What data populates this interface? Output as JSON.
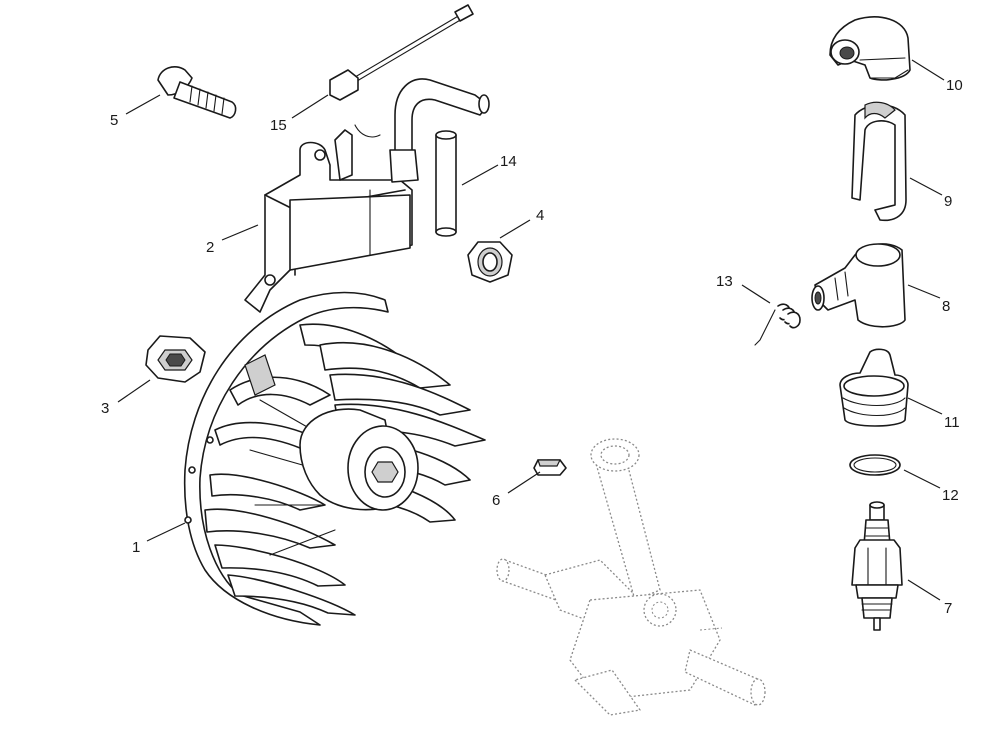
{
  "diagram": {
    "callouts": [
      {
        "id": "1",
        "part": "flywheel",
        "label": "1"
      },
      {
        "id": "2",
        "part": "ignition-coil",
        "label": "2"
      },
      {
        "id": "3",
        "part": "flywheel-nut",
        "label": "3"
      },
      {
        "id": "4",
        "part": "nut",
        "label": "4"
      },
      {
        "id": "5",
        "part": "bolt",
        "label": "5"
      },
      {
        "id": "6",
        "part": "woodruff-key",
        "label": "6"
      },
      {
        "id": "7",
        "part": "spark-plug",
        "label": "7"
      },
      {
        "id": "8",
        "part": "spark-plug-cap",
        "label": "8"
      },
      {
        "id": "9",
        "part": "spring-clip",
        "label": "9"
      },
      {
        "id": "10",
        "part": "plug-boot",
        "label": "10"
      },
      {
        "id": "11",
        "part": "rubber-boot",
        "label": "11"
      },
      {
        "id": "12",
        "part": "o-ring",
        "label": "12"
      },
      {
        "id": "13",
        "part": "terminal-spring",
        "label": "13"
      },
      {
        "id": "14",
        "part": "pin",
        "label": "14"
      },
      {
        "id": "15",
        "part": "stop-switch-lead",
        "label": "15"
      }
    ],
    "reference_part": "crankshaft-connecting-rod-ghost",
    "line_color": "#1a1a1a",
    "ghost_color": "#8a8a8a",
    "background": "#ffffff"
  }
}
